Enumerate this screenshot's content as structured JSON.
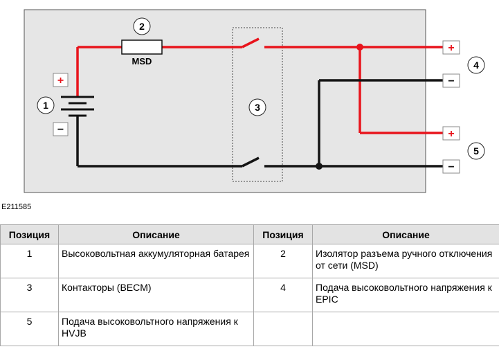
{
  "diagram": {
    "callouts": [
      "1",
      "2",
      "3",
      "4",
      "5"
    ],
    "msd_label": "MSD",
    "plus": "+",
    "minus": "−",
    "colors": {
      "panel_fill": "#e6e6e6",
      "positive_wire": "#e8141c",
      "negative_wire": "#141414",
      "sign_plus": "#e8141c",
      "sign_minus": "#141414"
    }
  },
  "figure_code": "E211585",
  "table": {
    "headers": [
      "Позиция",
      "Описание",
      "Позиция",
      "Описание"
    ],
    "rows": [
      [
        "1",
        "Высоковольтная аккумуляторная батарея",
        "2",
        "Изолятор разъема ручного отключения от сети (MSD)"
      ],
      [
        "3",
        "Контакторы (BECM)",
        "4",
        "Подача высоковольтного напряжения к EPIC"
      ],
      [
        "5",
        "Подача высоковольтного напряжения к HVJB",
        "",
        ""
      ]
    ]
  }
}
